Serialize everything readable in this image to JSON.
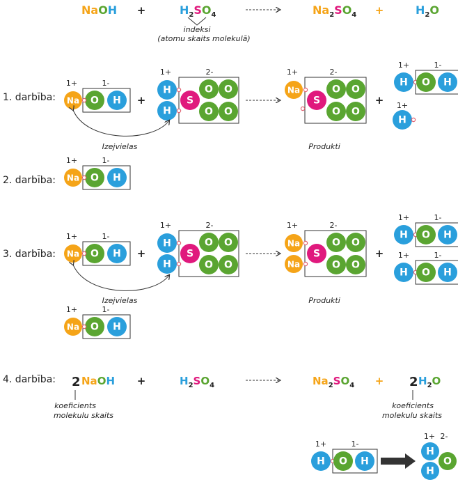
{
  "colors": {
    "na": "#f5a418",
    "o": "#5aa531",
    "h": "#2a9fdc",
    "s": "#e0197d",
    "dark": "#222222",
    "bondring": "#e06070"
  },
  "elements": {
    "na": "Na",
    "o": "O",
    "h": "H",
    "s": "S"
  },
  "charges": {
    "plus1": "1+",
    "minus1": "1-",
    "minus2": "2-",
    "plus2": "2-"
  },
  "header": {
    "naoh": [
      {
        "t": "Na",
        "c": "na"
      },
      {
        "t": "O",
        "c": "o"
      },
      {
        "t": "H",
        "c": "h"
      }
    ],
    "h2so4": [
      {
        "t": "H",
        "c": "h"
      },
      {
        "t": "2",
        "c": "dark",
        "sub": true
      },
      {
        "t": "S",
        "c": "s"
      },
      {
        "t": "O",
        "c": "o"
      },
      {
        "t": "4",
        "c": "dark",
        "sub": true
      }
    ],
    "na2so4": [
      {
        "t": "Na",
        "c": "na"
      },
      {
        "t": "2",
        "c": "dark",
        "sub": true
      },
      {
        "t": "S",
        "c": "s"
      },
      {
        "t": "O",
        "c": "o"
      },
      {
        "t": "4",
        "c": "dark",
        "sub": true
      }
    ],
    "h2o": [
      {
        "t": "H",
        "c": "h"
      },
      {
        "t": "2",
        "c": "dark",
        "sub": true
      },
      {
        "t": "O",
        "c": "o"
      }
    ],
    "plus": "+",
    "index_label": "indeksi",
    "index_sub": "(atomu skaits molekulā)"
  },
  "steps": {
    "s1": "1. darbība:",
    "s2": "2. darbība:",
    "s3": "3. darbība:",
    "s4": "4. darbība:"
  },
  "labels": {
    "reactants": "Izejvielas",
    "products": "Produkti",
    "plus": "+"
  },
  "step4": {
    "coef_naoh": "2",
    "coef_h2o": "2",
    "coef_label": "koeficients",
    "coef_sub": "molekulu skaits"
  }
}
